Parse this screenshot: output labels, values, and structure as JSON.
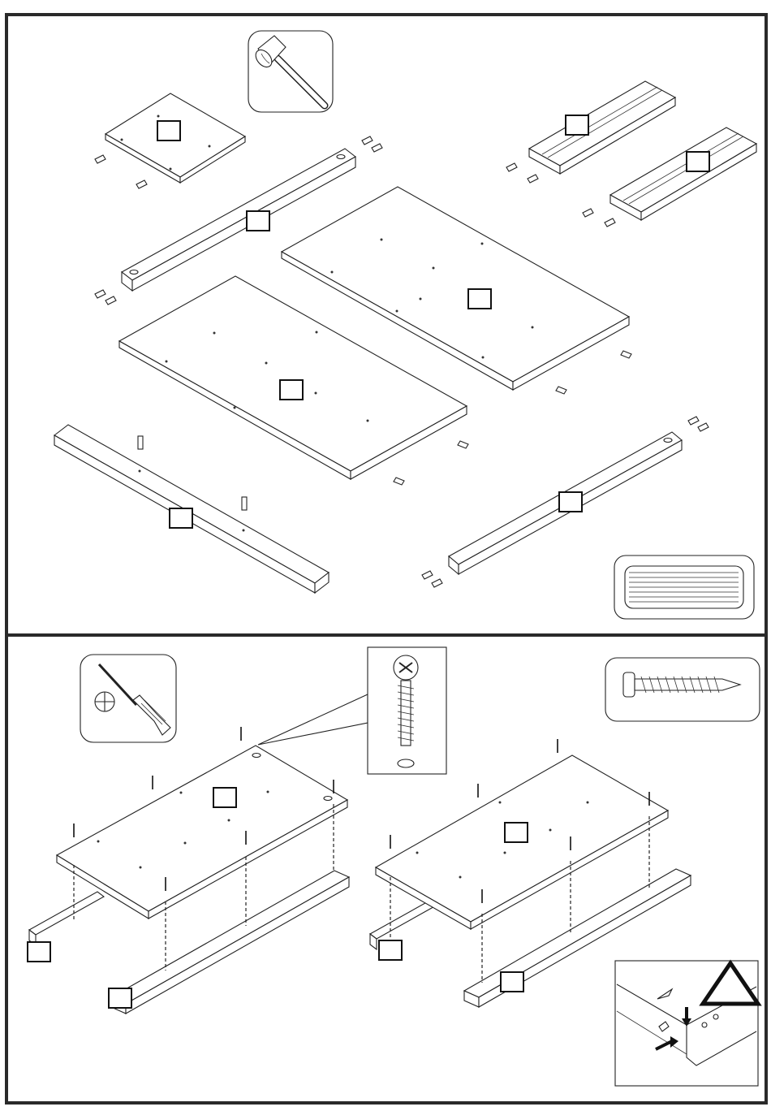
{
  "document": {
    "type": "assembly-instructions",
    "steps": [
      {
        "id": "step1",
        "tool": "mallet-icon",
        "hardware_detail": "dowel-pack-icon",
        "part_labels": [
          "",
          "",
          "",
          "",
          "",
          "",
          "",
          ""
        ]
      },
      {
        "id": "step2",
        "tool": "phillips-screwdriver-icon",
        "hardware_detail": "screw-icon",
        "part_labels": [
          "",
          "",
          "",
          "",
          "",
          ""
        ],
        "warning": "warning-triangle-icon"
      }
    ]
  },
  "colors": {
    "line": "#222222",
    "frame": "#2a2a2a",
    "background": "#ffffff"
  }
}
